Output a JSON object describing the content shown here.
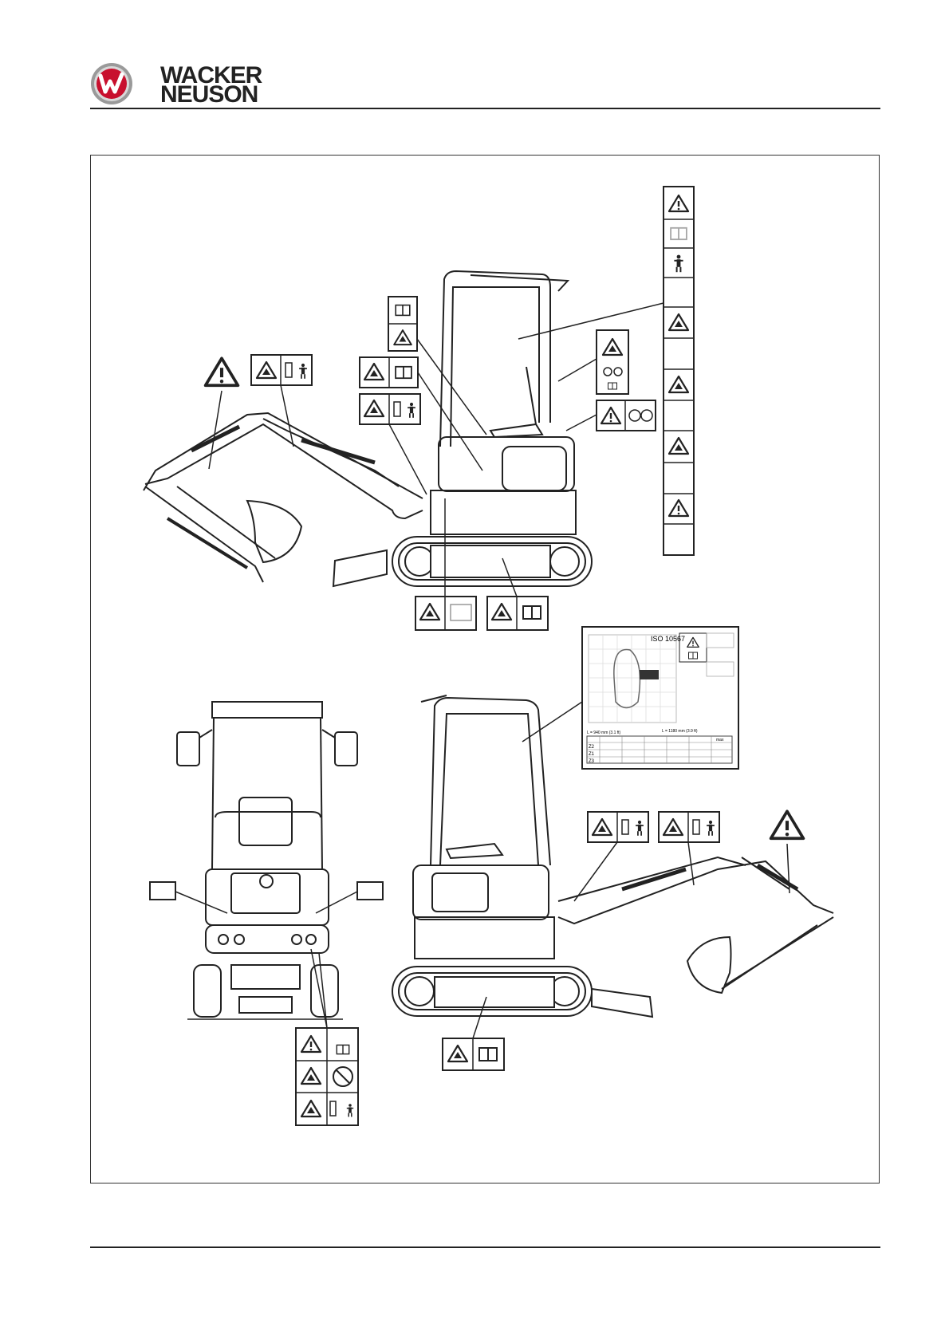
{
  "header": {
    "logo_line1": "WACKER",
    "logo_line2": "NEUSON",
    "logo_mark": "w-logo-mark"
  },
  "figure": {
    "iso_label": "ISO 10567",
    "load_table": {
      "left_caption": "L = 940 mm (3.1 ft)",
      "right_caption": "L = 1180 mm (3.9 ft)",
      "row_labels": [
        "Z2",
        "Z1",
        "Z3"
      ],
      "max_label": "max"
    },
    "colors": {
      "line": "#222222",
      "label_bg": "#ffffff",
      "grey": "#bbbbbb"
    }
  }
}
